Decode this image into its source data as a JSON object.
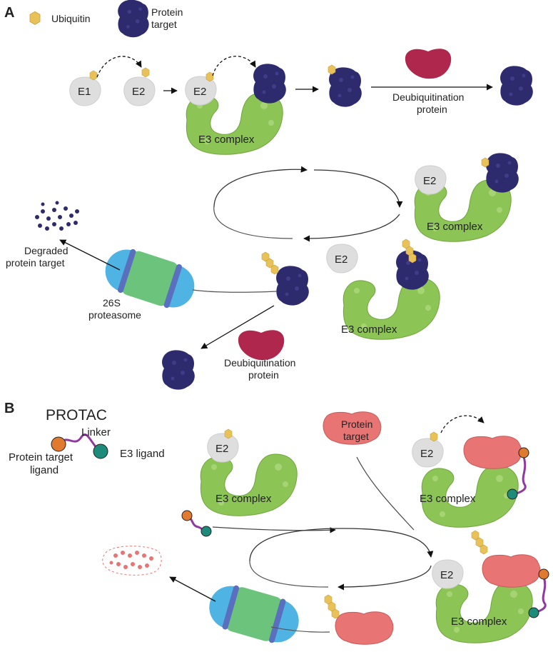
{
  "panels": {
    "a": "A",
    "b": "B"
  },
  "legend": {
    "ubiquitin": "Ubiquitin",
    "protein_target_l1": "Protein",
    "protein_target_l2": "target"
  },
  "enzymes": {
    "e1": "E1",
    "e2": "E2",
    "e3": "E3 complex"
  },
  "deubiquitination": {
    "line1": "Deubiquitination",
    "line2": "protein"
  },
  "degraded": {
    "line1": "Degraded",
    "line2": "protein target"
  },
  "proteasome": {
    "line1": "26S",
    "line2": "proteasome"
  },
  "protac": {
    "title": "PROTAC",
    "linker": "Linker",
    "target_ligand_l1": "Protein target",
    "target_ligand_l2": "ligand",
    "e3_ligand": "E3 ligand",
    "protein_target_l1": "Protein",
    "protein_target_l2": "target"
  },
  "colors": {
    "ubiquitin": "#E8C158",
    "target": "#2E2A6E",
    "e3": "#8DC456",
    "e2": "#DEDEDE",
    "deub": "#B0274E",
    "protac_target": "#E87474",
    "ligand_orange": "#E07A2E",
    "ligand_teal": "#1E8B7A",
    "linker": "#8E3A9E",
    "proteasome_blue": "#4FB3E3",
    "proteasome_green": "#6CC47C",
    "proteasome_purple": "#5B6FBF"
  }
}
